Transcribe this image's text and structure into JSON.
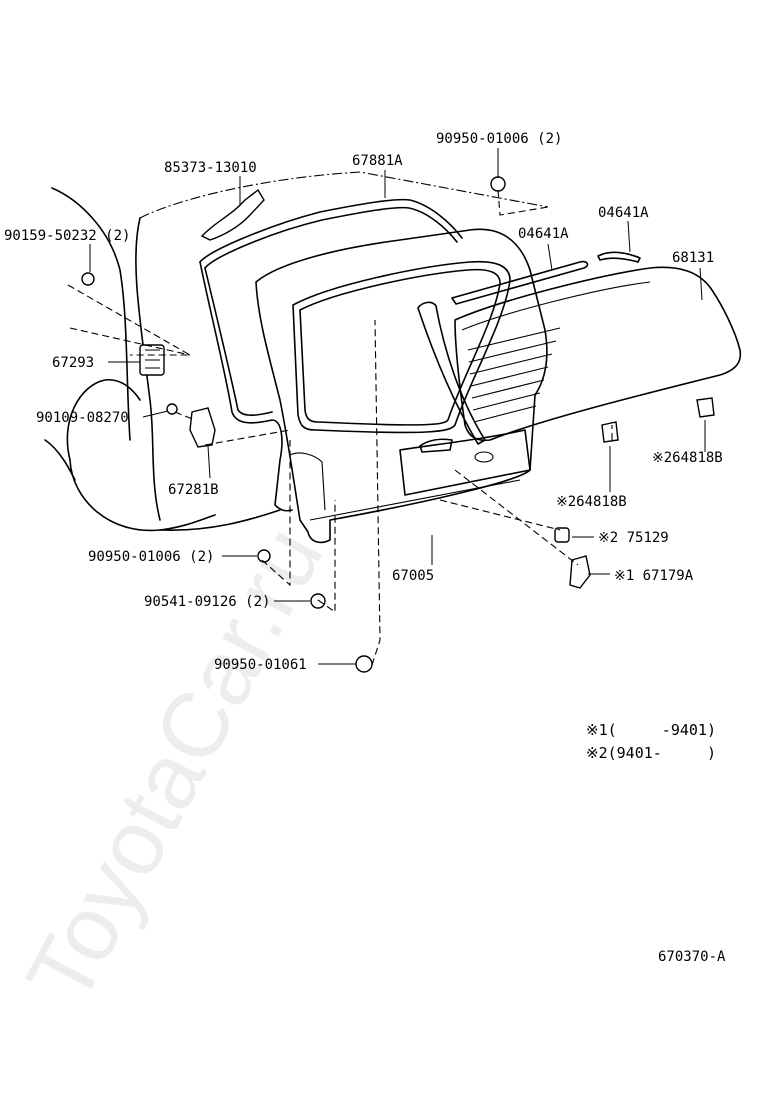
{
  "labels": {
    "p85373": "85373-13010",
    "p67881A": "67881A",
    "p90950_top": "90950-01006 (2)",
    "p04641A_a": "04641A",
    "p04641A_b": "04641A",
    "p68131": "68131",
    "p90159": "90159-50232 (2)",
    "p67293": "67293",
    "p90109": "90109-08270",
    "p67281B": "67281B",
    "p264818B_a": "※264818B",
    "p264818B_b": "※264818B",
    "p75129": "※2 75129",
    "p67179A": "※1 67179A",
    "p67005": "67005",
    "p90950_mid": "90950-01006 (2)",
    "p90541": "90541-09126 (2)",
    "p90950_bot": "90950-01061"
  },
  "notes": {
    "n1": "※1(     -9401)",
    "n2": "※2(9401-     )"
  },
  "figure_id": "670370-A",
  "watermark": "ToyotaCar.ru"
}
